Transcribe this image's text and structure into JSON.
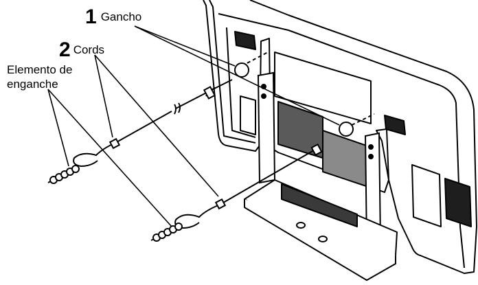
{
  "callouts": {
    "hook": {
      "number": "1",
      "text": "Gancho"
    },
    "cords": {
      "number": "2",
      "text": "Cords"
    },
    "anchor": {
      "line1": "Elemento de",
      "line2": "enganche"
    }
  },
  "colors": {
    "ink": "#000000",
    "paper": "#ffffff",
    "dark_fill": "#1e1e1e",
    "mid_fill": "#5a5a5a"
  }
}
